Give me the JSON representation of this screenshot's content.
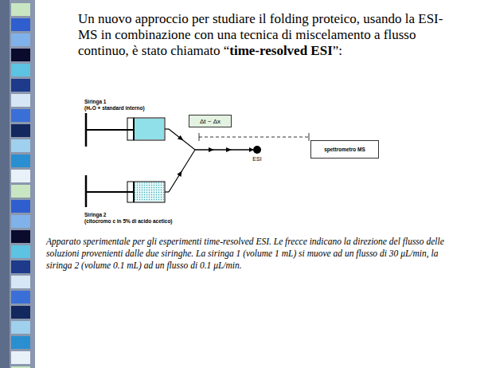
{
  "diagram": {
    "title": "Un nuovo approccio per studiare il folding proteico, usando la ESI-MS in combinazione con una tecnica di miscelamento a flusso continuo, è stato chiamato “time-resolved ESI”:",
    "caption": "Apparato sperimentale per gli esperimenti time-resolved ESI. Le frecce indicano la direzione del flusso delle soluzioni provenienti dalle due siringhe. La siringa 1 (volume 1 mL) si muove ad un flusso di 30 μL/min, la siringa 2 (volume 0.1 mL) ad un flusso di 0.1 μL/min.",
    "nodes": [
      {
        "text": [
          "Siringa 1",
          "(H₂O + standard interno)"
        ]
      },
      {
        "text": [
          "Δt ~ Δx"
        ]
      },
      {
        "text": [
          "ESI"
        ]
      },
      {
        "text": [
          "spettrometro MS"
        ]
      },
      {
        "text": [
          "Siringa 2",
          "(citocromo c in 5% di acido acetico)"
        ]
      }
    ],
    "edges": [
      {
        "from": 0,
        "to": 2,
        "arrow": "to"
      },
      {
        "from": 4,
        "to": 2,
        "arrow": "to"
      }
    ]
  }
}
